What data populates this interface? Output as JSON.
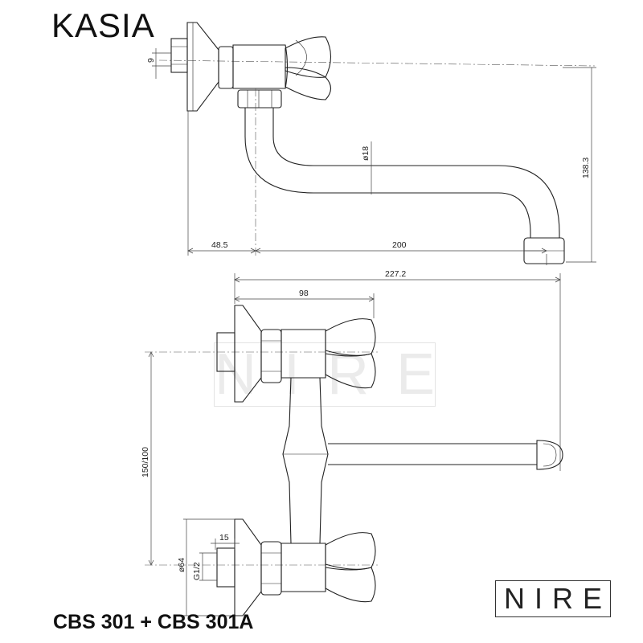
{
  "title": "KASIA",
  "model": "CBS 301 + CBS 301A",
  "logo": "NIRE",
  "watermark": "NIRE",
  "dimensions": {
    "thread_9": "9",
    "pipe_d18": "ø18",
    "height_138_3": "138.3",
    "offset_48_5": "48.5",
    "spout_200": "200",
    "total_227_2": "227.2",
    "width_98": "98",
    "spacing_150_100": "150/100",
    "depth_15": "15",
    "rosette_d64": "ø64",
    "thread_g1_2": "G1/2"
  }
}
